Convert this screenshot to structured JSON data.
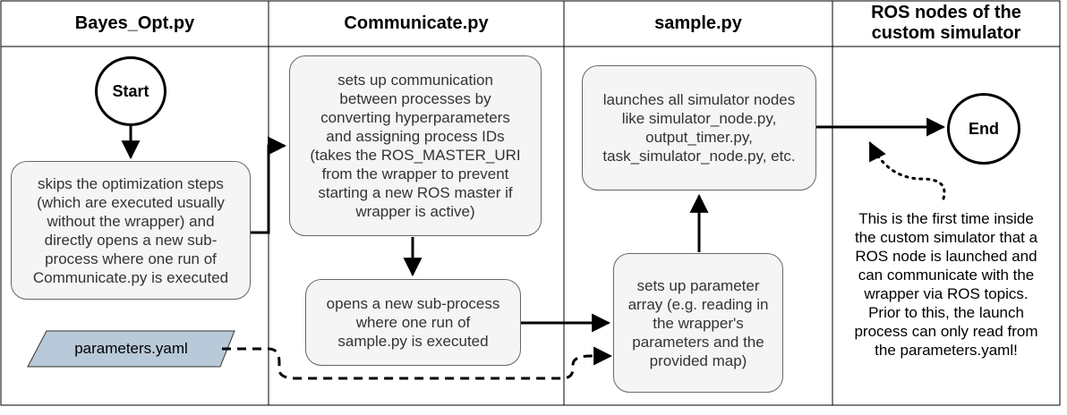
{
  "lanes": [
    {
      "title": "Bayes_Opt.py"
    },
    {
      "title": "Communicate.py"
    },
    {
      "title": "sample.py"
    },
    {
      "title": "ROS nodes of the\ncustom simulator"
    }
  ],
  "nodes": {
    "start": "Start",
    "end": "End",
    "skip_box": "skips the optimization steps\n(which are executed usually\nwithout the wrapper) and\ndirectly opens a new sub-\nprocess where one run of\nCommunicate.py is executed",
    "comm_box": "sets up communication\nbetween processes by\nconverting hyperparameters\nand assigning process IDs\n(takes the ROS_MASTER_URI\nfrom the wrapper to prevent\nstarting a new ROS master if\nwrapper is active)",
    "open_box": "opens a new sub-process\nwhere one run of\nsample.py is executed",
    "launch_box": "launches all simulator nodes\nlike simulator_node.py,\noutput_timer.py,\ntask_simulator_node.py, etc.",
    "param_box": "sets up parameter\narray (e.g. reading in\nthe wrapper's\nparameters and the\nprovided map)",
    "params_file": "parameters.yaml",
    "note": "This is the first time inside\nthe custom simulator that a\nROS node is launched and\ncan communicate with the\nwrapper via ROS topics.\nPrior to this, the launch\nprocess can only read from\nthe parameters.yaml!"
  },
  "colors": {
    "box_fill": "#f5f5f5",
    "box_border": "#666666",
    "parallelogram_fill": "#b8c9d9",
    "line": "#000000"
  }
}
